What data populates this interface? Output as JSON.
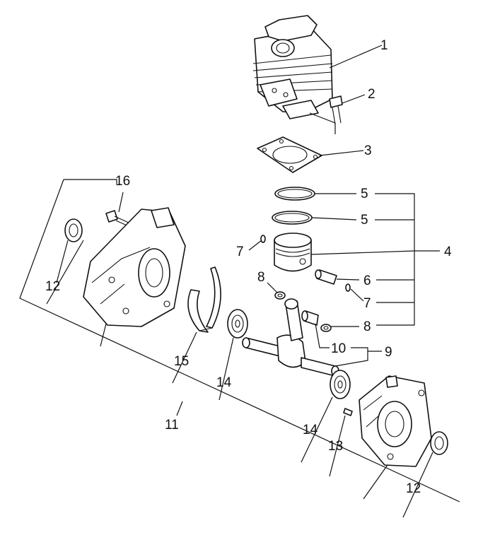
{
  "callouts": {
    "c1": "1",
    "c2": "2",
    "c3": "3",
    "c4": "4",
    "c5a": "5",
    "c5b": "5",
    "c6": "6",
    "c7a": "7",
    "c7b": "7",
    "c8a": "8",
    "c8b": "8",
    "c9": "9",
    "c10": "10",
    "c11": "11",
    "c12a": "12",
    "c12b": "12",
    "c13": "13",
    "c14a": "14",
    "c14b": "14",
    "c15": "15",
    "c16": "16"
  },
  "colors": {
    "ink": "#111111",
    "paper": "#ffffff"
  }
}
